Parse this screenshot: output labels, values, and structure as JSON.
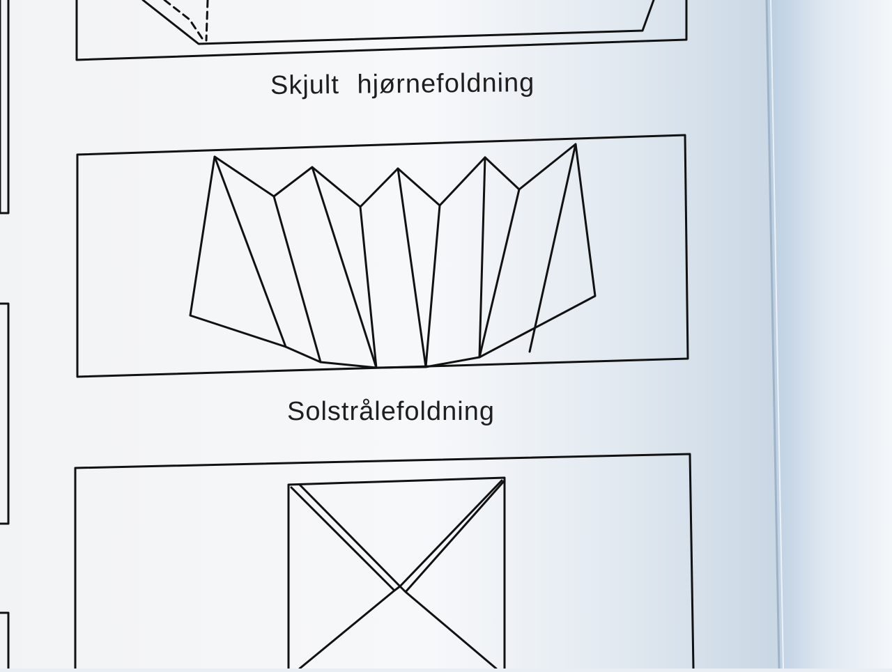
{
  "page": {
    "colors": {
      "paper_light": "#f6f7f9",
      "paper_shadow": "#cfdbe6",
      "background_right": "#b7cbe0",
      "ink": "#111111"
    }
  },
  "figures": [
    {
      "caption": "Skjult hjørnefoldning",
      "illustration": "hidden-corner-fold-drawing"
    },
    {
      "caption": "Solstrålefoldning",
      "illustration": "sunray-fold-drawing"
    },
    {
      "caption": "",
      "illustration": "cross-fold-drawing"
    }
  ]
}
